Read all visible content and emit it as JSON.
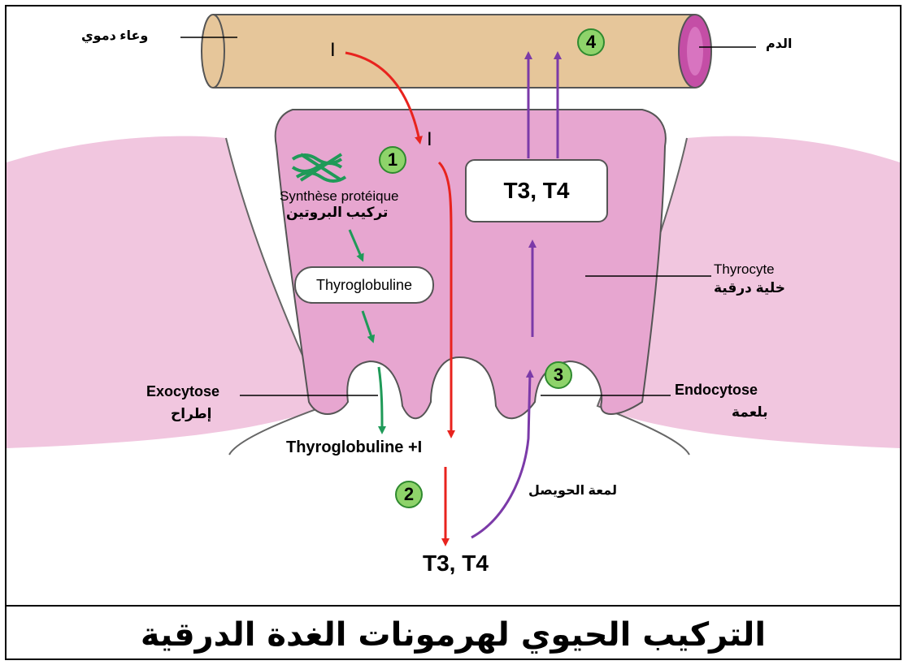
{
  "labels": {
    "blood_vessel": "وعاء دموي",
    "blood": "الدم",
    "iodine_top": "I",
    "iodine_cell": "I",
    "protein_synthesis_fr": "Synthèse protéique",
    "protein_synthesis_ar": "تركيب البروتين",
    "thyroglobuline_box": "Thyroglobuline",
    "hormones_box": "T3, T4",
    "thyrocyte_fr": "Thyrocyte",
    "thyrocyte_ar": "خلية درقية",
    "exocytose_fr": "Exocytose",
    "exocytose_ar": "إطراح",
    "endocytose_fr": "Endocytose",
    "endocytose_ar": "بلعمة",
    "thyroglobuline_iodine": "Thyroglobuline +I",
    "follicle_lumen": "لمعة الحويصل",
    "hormones_bottom": "T3, T4"
  },
  "steps": [
    "1",
    "2",
    "3",
    "4"
  ],
  "caption": "التركيب الحيوي لهرمونات الغدة الدرقية",
  "colors": {
    "vessel": "#e6c69a",
    "blood": "#c44ea6",
    "cell": "#e7a6d0",
    "tissue": "#f1c6df",
    "iodine_arrow": "#e8231e",
    "synthesis_arrow": "#1f9a58",
    "hormone_arrow": "#7b3aa8",
    "badge": "#8ed36a"
  }
}
